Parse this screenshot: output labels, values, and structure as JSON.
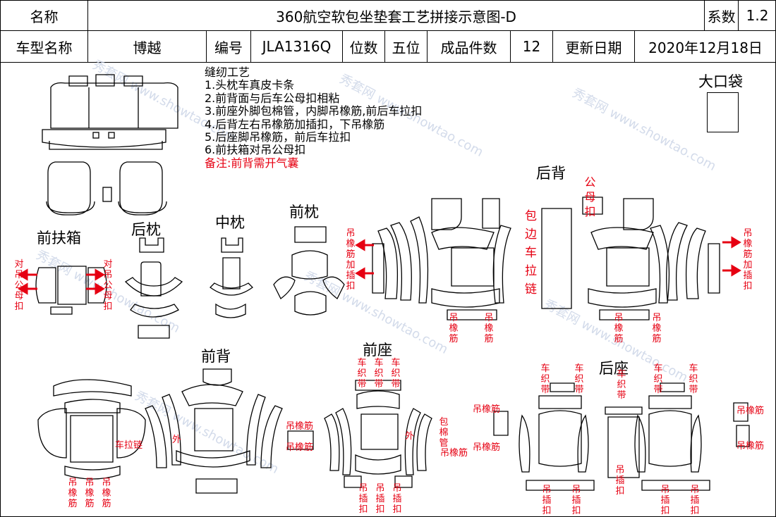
{
  "header": {
    "name_label": "名称",
    "title": "360航空软包坐垫套工艺拼接示意图-D",
    "coef_label": "系数",
    "coef_value": "1.2",
    "car_model_label": "车型名称",
    "car_model_value": "博越",
    "code_label": "编号",
    "code_value": "JLA1316Q",
    "seats_label": "位数",
    "seats_value": "五位",
    "pieces_label": "成品件数",
    "pieces_value": "12",
    "update_label": "更新日期",
    "update_value": "2020年12月18日"
  },
  "process": {
    "title": "缝纫工艺",
    "steps": [
      "1.头枕车真皮卡条",
      "2.前背面与后车公母扣相粘",
      "3.前座外脚包棉管，内脚吊橡筋,前后车拉扣",
      "4.后背左右吊橡筋加插扣，下吊橡筋",
      "5.后座脚吊橡筋，前后车拉扣",
      "6.前扶箱对吊公母扣"
    ],
    "note": "备注:前背需开气囊"
  },
  "big_pocket_label": "大口袋",
  "sections": {
    "front_armrest": "前扶箱",
    "rear_headrest": "后枕",
    "mid_headrest": "中枕",
    "front_headrest": "前枕",
    "rear_back": "后背",
    "front_back": "前背",
    "front_seat": "前座",
    "rear_seat": "后座"
  },
  "annotations": {
    "hang_snap": "对吊公母扣",
    "elastic_snap": "吊橡筋加插扣",
    "male_female_snap": "公母扣",
    "edge_zipper": "包边车拉链",
    "elastic": "吊橡筋",
    "zipper": "车拉链",
    "outer": "外",
    "woven_strap": "车织带",
    "cotton_tube": "包棉管",
    "snap_clip": "吊插扣"
  },
  "watermark": "秀套网 www.showtao.com"
}
